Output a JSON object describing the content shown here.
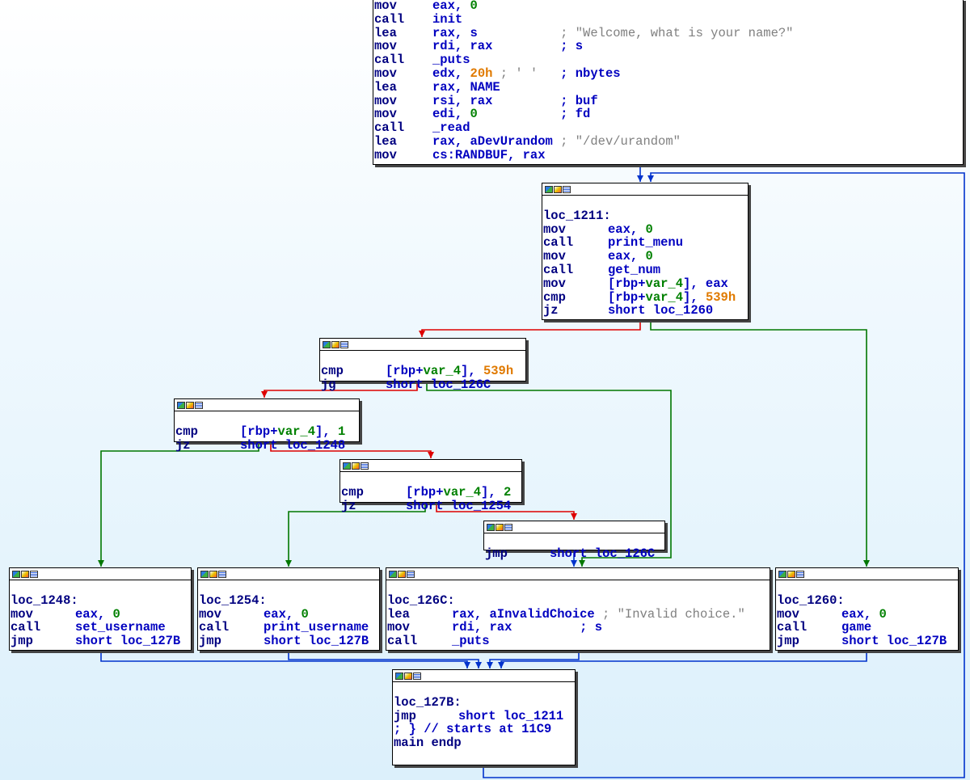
{
  "nodes": [
    {
      "id": "block_main_prologue",
      "header": false,
      "lines": [
        {
          "mn": "mov",
          "op": [
            {
              "t": "eax, "
            },
            {
              "t": "0",
              "c": "num"
            }
          ]
        },
        {
          "mn": "call",
          "op": [
            {
              "t": "init"
            }
          ]
        },
        {
          "mn": "lea",
          "op": [
            {
              "t": "rax, s           "
            },
            {
              "t": "; \"Welcome, what is your name?\"",
              "c": "cmt"
            }
          ]
        },
        {
          "mn": "mov",
          "op": [
            {
              "t": "rdi, rax         "
            },
            {
              "t": "; s",
              "c": "semi"
            }
          ]
        },
        {
          "mn": "call",
          "op": [
            {
              "t": "_puts"
            }
          ]
        },
        {
          "mn": "mov",
          "op": [
            {
              "t": "edx, "
            },
            {
              "t": "20h",
              "c": "hex"
            },
            {
              "t": " ; ' '  ",
              "c": "cmt"
            },
            {
              "t": " ; nbytes",
              "c": "semi"
            }
          ]
        },
        {
          "mn": "lea",
          "op": [
            {
              "t": "rax, NAME"
            }
          ]
        },
        {
          "mn": "mov",
          "op": [
            {
              "t": "rsi, rax         "
            },
            {
              "t": "; buf",
              "c": "semi"
            }
          ]
        },
        {
          "mn": "mov",
          "op": [
            {
              "t": "edi, "
            },
            {
              "t": "0",
              "c": "num"
            },
            {
              "t": "           "
            },
            {
              "t": "; fd",
              "c": "semi"
            }
          ]
        },
        {
          "mn": "call",
          "op": [
            {
              "t": "_read"
            }
          ]
        },
        {
          "mn": "lea",
          "op": [
            {
              "t": "rax, aDevUrandom "
            },
            {
              "t": "; \"/dev/urandom\"",
              "c": "cmt"
            }
          ]
        },
        {
          "mn": "mov",
          "op": [
            {
              "t": "cs:RANDBUF, rax"
            }
          ]
        }
      ]
    },
    {
      "id": "block_loc_1211",
      "header": true,
      "label": "loc_1211:",
      "lines": [
        {
          "mn": "mov",
          "op": [
            {
              "t": "eax, "
            },
            {
              "t": "0",
              "c": "num"
            }
          ]
        },
        {
          "mn": "call",
          "op": [
            {
              "t": "print_menu"
            }
          ]
        },
        {
          "mn": "mov",
          "op": [
            {
              "t": "eax, "
            },
            {
              "t": "0",
              "c": "num"
            }
          ]
        },
        {
          "mn": "call",
          "op": [
            {
              "t": "get_num"
            }
          ]
        },
        {
          "mn": "mov",
          "op": [
            {
              "t": "[rbp+"
            },
            {
              "t": "var_4",
              "c": "var"
            },
            {
              "t": "], eax"
            }
          ]
        },
        {
          "mn": "cmp",
          "op": [
            {
              "t": "[rbp+"
            },
            {
              "t": "var_4",
              "c": "var"
            },
            {
              "t": "], "
            },
            {
              "t": "539h",
              "c": "hex"
            }
          ]
        },
        {
          "mn": "jz",
          "op": [
            {
              "t": "short loc_1260"
            }
          ]
        }
      ]
    },
    {
      "id": "block_cmp_539h",
      "header": true,
      "label": "",
      "lines": [
        {
          "mn": "cmp",
          "op": [
            {
              "t": "[rbp+"
            },
            {
              "t": "var_4",
              "c": "var"
            },
            {
              "t": "], "
            },
            {
              "t": "539h",
              "c": "hex"
            }
          ]
        },
        {
          "mn": "jg",
          "op": [
            {
              "t": "short loc_126C"
            }
          ]
        }
      ]
    },
    {
      "id": "block_cmp_1",
      "header": true,
      "label": "",
      "lines": [
        {
          "mn": "cmp",
          "op": [
            {
              "t": "[rbp+"
            },
            {
              "t": "var_4",
              "c": "var"
            },
            {
              "t": "], "
            },
            {
              "t": "1",
              "c": "num"
            }
          ]
        },
        {
          "mn": "jz",
          "op": [
            {
              "t": "short loc_1248"
            }
          ]
        }
      ]
    },
    {
      "id": "block_cmp_2",
      "header": true,
      "label": "",
      "lines": [
        {
          "mn": "cmp",
          "op": [
            {
              "t": "[rbp+"
            },
            {
              "t": "var_4",
              "c": "var"
            },
            {
              "t": "], "
            },
            {
              "t": "2",
              "c": "num"
            }
          ]
        },
        {
          "mn": "jz",
          "op": [
            {
              "t": "short loc_1254"
            }
          ]
        }
      ]
    },
    {
      "id": "block_jmp_126C",
      "header": true,
      "label": "",
      "lines": [
        {
          "mn": "jmp",
          "op": [
            {
              "t": "short loc_126C"
            }
          ]
        }
      ]
    },
    {
      "id": "block_loc_1248",
      "header": true,
      "label": "loc_1248:",
      "lines": [
        {
          "mn": "mov",
          "op": [
            {
              "t": "eax, "
            },
            {
              "t": "0",
              "c": "num"
            }
          ]
        },
        {
          "mn": "call",
          "op": [
            {
              "t": "set_username"
            }
          ]
        },
        {
          "mn": "jmp",
          "op": [
            {
              "t": "short loc_127B"
            }
          ]
        }
      ]
    },
    {
      "id": "block_loc_1254",
      "header": true,
      "label": "loc_1254:",
      "lines": [
        {
          "mn": "mov",
          "op": [
            {
              "t": "eax, "
            },
            {
              "t": "0",
              "c": "num"
            }
          ]
        },
        {
          "mn": "call",
          "op": [
            {
              "t": "print_username"
            }
          ]
        },
        {
          "mn": "jmp",
          "op": [
            {
              "t": "short loc_127B"
            }
          ]
        }
      ]
    },
    {
      "id": "block_loc_126C",
      "header": true,
      "label": "loc_126C:",
      "lines": [
        {
          "mn": "lea",
          "op": [
            {
              "t": "rax, aInvalidChoice "
            },
            {
              "t": "; \"Invalid choice.\"",
              "c": "cmt"
            }
          ]
        },
        {
          "mn": "mov",
          "op": [
            {
              "t": "rdi, rax         "
            },
            {
              "t": "; s",
              "c": "semi"
            }
          ]
        },
        {
          "mn": "call",
          "op": [
            {
              "t": "_puts"
            }
          ]
        }
      ]
    },
    {
      "id": "block_loc_1260",
      "header": true,
      "label": "loc_1260:",
      "lines": [
        {
          "mn": "mov",
          "op": [
            {
              "t": "eax, "
            },
            {
              "t": "0",
              "c": "num"
            }
          ]
        },
        {
          "mn": "call",
          "op": [
            {
              "t": "game"
            }
          ]
        },
        {
          "mn": "jmp",
          "op": [
            {
              "t": "short loc_127B"
            }
          ]
        }
      ]
    },
    {
      "id": "block_loc_127B",
      "header": true,
      "label": "loc_127B:",
      "lines": [
        {
          "mn": "jmp",
          "op": [
            {
              "t": "short loc_1211"
            }
          ]
        },
        {
          "raw": [
            {
              "t": "; } // starts at 11C9",
              "c": "semi"
            }
          ]
        },
        {
          "raw": [
            {
              "t": "main endp",
              "c": "lbl"
            }
          ]
        }
      ]
    }
  ],
  "colors": {
    "unconditional": "#0033cc",
    "taken": "#007700",
    "not_taken": "#dd0000"
  }
}
